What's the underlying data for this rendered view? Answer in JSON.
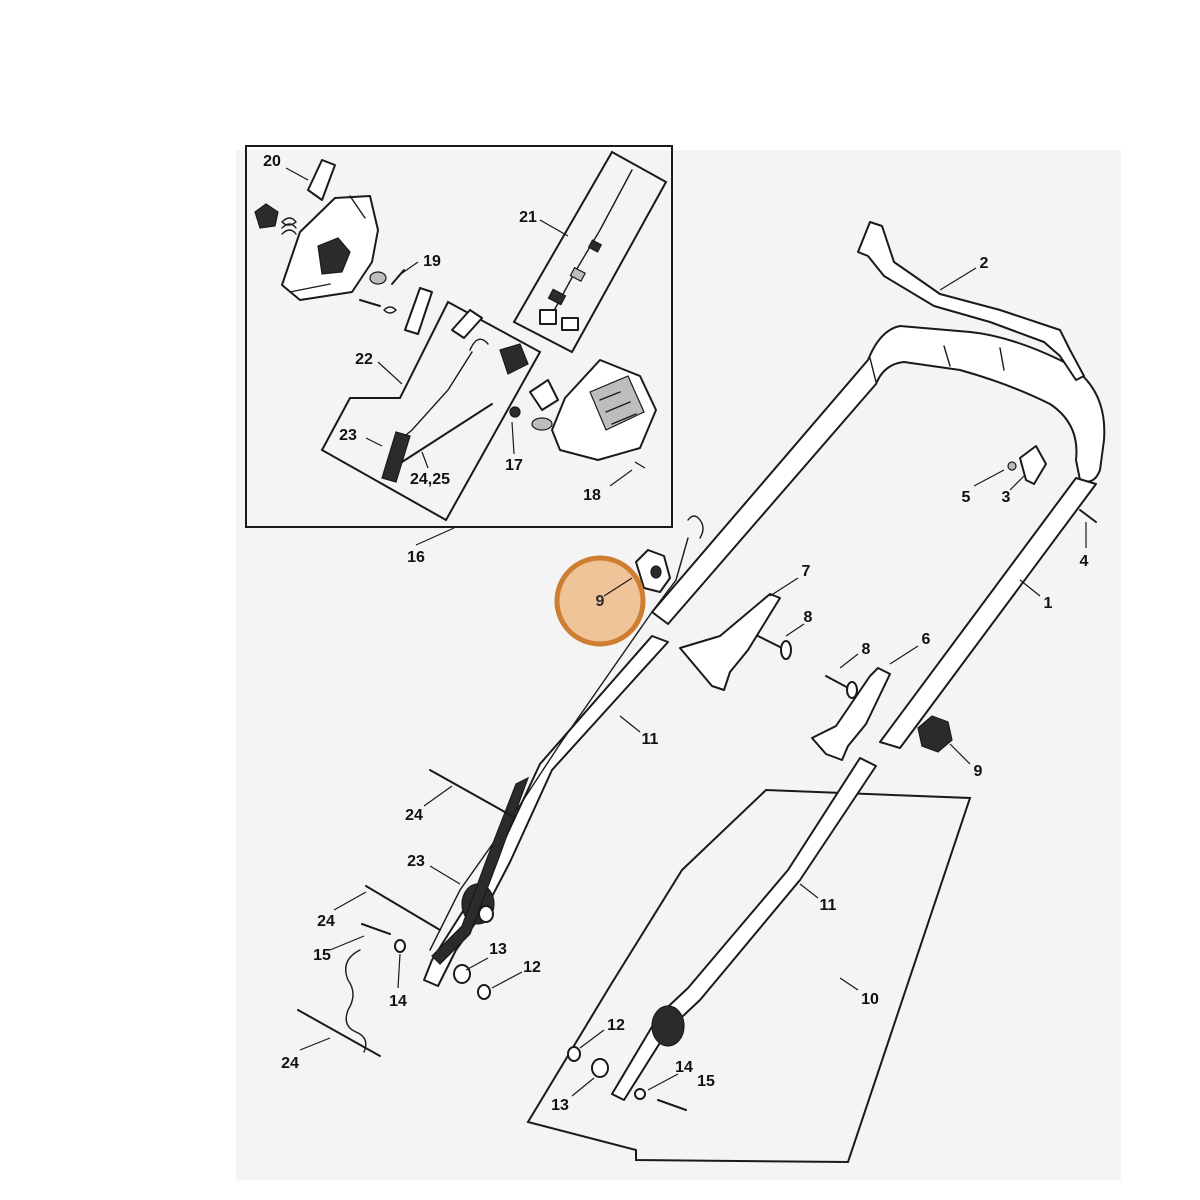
{
  "highlight": {
    "label": "9",
    "color": "#c9721c",
    "fill": "#eebf8f"
  },
  "callouts": {
    "c20": "20",
    "c21": "21",
    "c19": "19",
    "c22": "22",
    "c23a": "23",
    "c2425": "24,25",
    "c17": "17",
    "c18": "18",
    "c16": "16",
    "c2": "2",
    "c1": "1",
    "c3": "3",
    "c5": "5",
    "c4": "4",
    "c7": "7",
    "c8a": "8",
    "c8b": "8",
    "c6": "6",
    "c9b": "9",
    "c11a": "11",
    "c11b": "11",
    "c10": "10",
    "c24a": "24",
    "c24b": "24",
    "c24c": "24",
    "c23b": "23",
    "c15a": "15",
    "c14a": "14",
    "c13a": "13",
    "c12a": "12",
    "c12b": "12",
    "c13b": "13",
    "c14b": "14",
    "c15b": "15"
  }
}
